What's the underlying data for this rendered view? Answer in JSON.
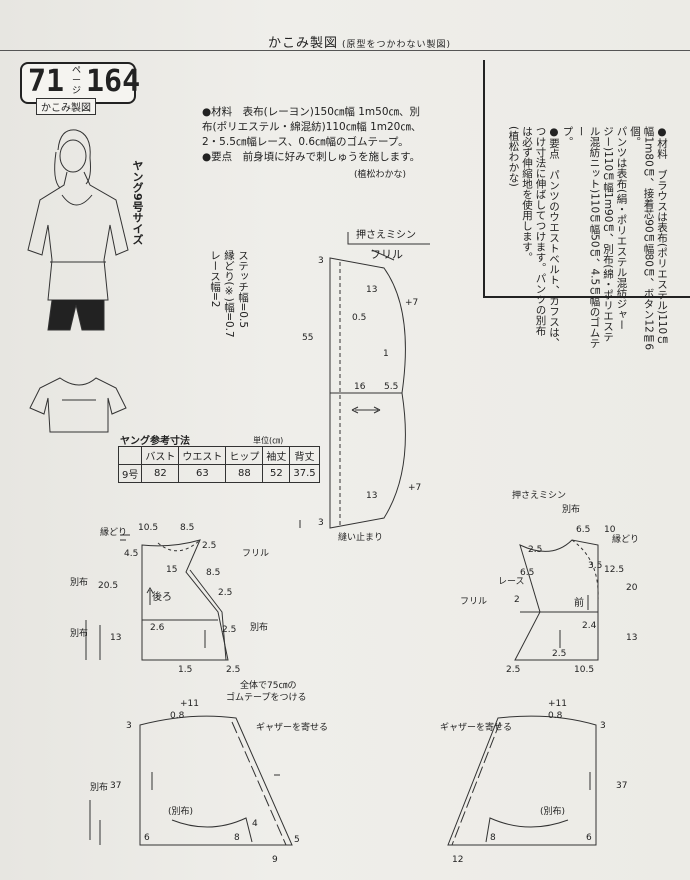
{
  "header": {
    "title": "かこみ製図",
    "subtitle": "(原型をつかわない製図)"
  },
  "badge": {
    "page_ref": "71",
    "page_unit": "ページ",
    "number": "164",
    "label": "かこみ製図"
  },
  "size_label": "ヤング9号サイズ",
  "blouse_info": {
    "lines": [
      "●材料　表布(レーヨン)150㎝幅 1m50㎝、別",
      "布(ポリエステル・綿混紡)110㎝幅 1m20㎝、",
      "2・5.5㎝幅レース、0.6㎝幅のゴムテープ。",
      "●要点　前身頃に好みで刺しゅうを施します。"
    ],
    "author": "(植松わかな)"
  },
  "pants_info": {
    "columns": [
      "●材料　ブラウスは表布(ポリエステル)110㎝",
      "幅1m80㎝、接着芯90㎝幅80㎝、ボタン12㎜6",
      "個。",
      "パンツは表布(絹・ポリエステル混紡ジャー",
      "ジー)110㎝幅1m90㎝、別布(綿・ポリエステ",
      "ル混紡ニット)110㎝幅50㎝、4.5㎝幅のゴムテー",
      "プ。",
      "●要点　パンツのウエストベルト、カフスは、",
      "つけ寸法に伸ばしてつけます。パンツの別布",
      "は必ず伸縮地を使用します。"
    ],
    "author": "(植松わかな)"
  },
  "stitch_notes": [
    "ステッチ幅=0.5",
    "縁どり(※)幅=0.7",
    "レース幅=2"
  ],
  "size_table": {
    "title": "ヤング参考寸法",
    "unit": "単位(㎝)",
    "headers": [
      "",
      "バスト",
      "ウエスト",
      "ヒップ",
      "袖丈",
      "背丈"
    ],
    "row": [
      "9号",
      "82",
      "63",
      "88",
      "52",
      "37.5"
    ]
  },
  "labels": {
    "osae": "押さえミシン",
    "frill": "フリル",
    "nuidomari": "縫い止まり",
    "gather": "ギャザーを寄せる",
    "lace": "レース",
    "fuchidori": "縁どり",
    "betsufu": "別布",
    "ushiro": "後ろ",
    "mae": "前",
    "gomu": "全体で75㎝の",
    "gomu2": "ゴムテープをつける",
    "betsufu_paren": "(別布)"
  },
  "numbers": {
    "sleeve": [
      "3",
      "13",
      "0.5",
      "+7",
      "55",
      "16",
      "5.5",
      "1",
      "13",
      "+7",
      "3"
    ],
    "back": [
      "10.5",
      "8.5",
      "4.5",
      "2.5",
      "20.5",
      "15",
      "8.5",
      "2.5",
      "13",
      "2.6",
      "2.5",
      "1.5",
      "2.5"
    ],
    "front": [
      "6.5",
      "10",
      "2.5",
      "6.5",
      "3.5",
      "12.5",
      "20",
      "13",
      "2.4",
      "2.5",
      "2",
      "10.5",
      "2.5"
    ],
    "skirt_back": [
      "+11",
      "0.8",
      "3",
      "37",
      "6",
      "8",
      "4",
      "5",
      "9"
    ],
    "skirt_front": [
      "+11",
      "0.8",
      "3",
      "37",
      "6",
      "8",
      "12"
    ]
  }
}
